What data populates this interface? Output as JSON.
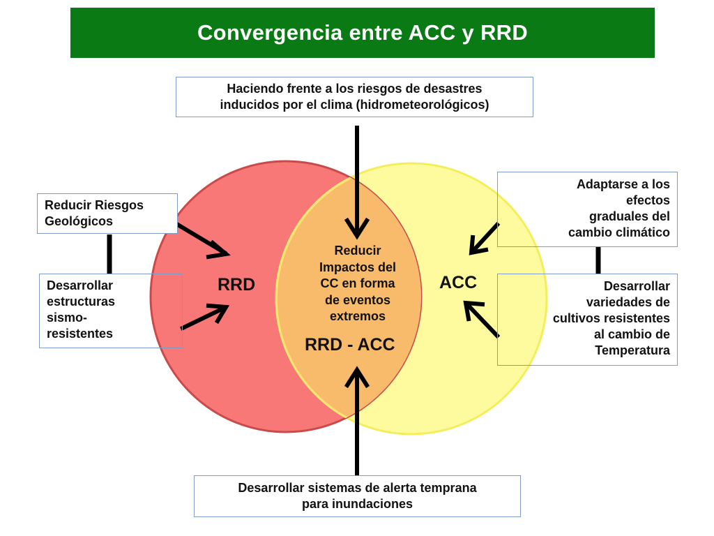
{
  "title": "Convergencia entre ACC y RRD",
  "colors": {
    "title_bg": "#0a7a14",
    "rrd_circle": "#f87878",
    "acc_circle": "#fdfb9e",
    "overlap": "#f8bb6c",
    "box_border": "#7f9cc7",
    "arrow": "#000000"
  },
  "top_box": {
    "line1": "Haciendo frente a los riesgos de desastres",
    "line2": "inducidos por el clima (hidrometeorológicos)"
  },
  "left_boxes": {
    "geologicos": {
      "line1": "Reducir Riesgos",
      "line2": "Geológicos"
    },
    "sismo": {
      "line1": "Desarrollar",
      "line2": "estructuras",
      "line3": "sismo-",
      "line4": "resistentes"
    }
  },
  "right_boxes": {
    "adaptarse": {
      "line1": "Adaptarse a los",
      "line2": "efectos",
      "line3": "graduales del",
      "line4": "cambio climático"
    },
    "cultivos": {
      "line1": "Desarrollar",
      "line2": "variedades de",
      "line3": "cultivos resistentes",
      "line4": "al cambio de",
      "line5": "Temperatura"
    }
  },
  "bottom_box": {
    "line1": "Desarrollar sistemas de alerta temprana",
    "line2": "para inundaciones"
  },
  "circle_labels": {
    "rrd": "RRD",
    "acc": "ACC",
    "intersection": "RRD - ACC"
  },
  "center_text": {
    "line1": "Reducir",
    "line2": "Impactos del",
    "line3": "CC en forma",
    "line4": "de eventos",
    "line5": "extremos"
  }
}
